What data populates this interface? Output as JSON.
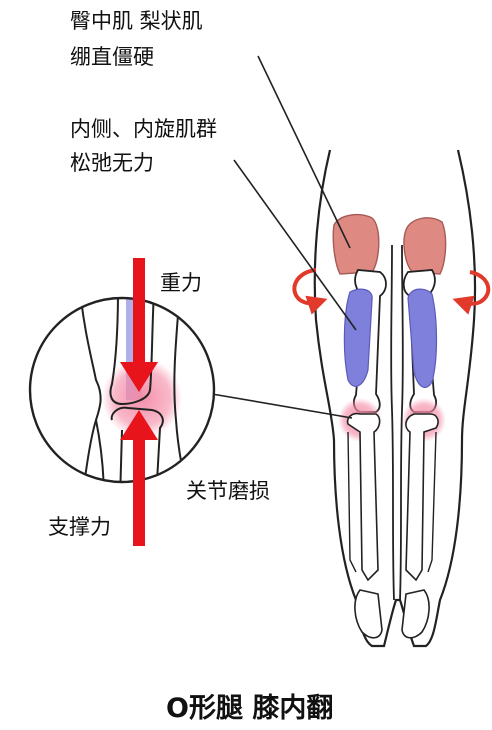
{
  "labels": {
    "glute_line1": "臀中肌 梨状肌",
    "glute_line2": "绷直僵硬",
    "inner_line1": "内侧、内旋肌群",
    "inner_line2": "松弛无力",
    "gravity": "重力",
    "support": "支撑力",
    "joint_wear": "关节磨损"
  },
  "title": "O形腿 膝内翻",
  "colors": {
    "arrow_red": "#e8141c",
    "glute_muscle": "#de8a83",
    "inner_muscle": "#7f7fdc",
    "knee_glow": "#f48aa6",
    "rotation_arrow": "#e23a2a",
    "outline": "#222222",
    "bone": "#ffffff"
  }
}
